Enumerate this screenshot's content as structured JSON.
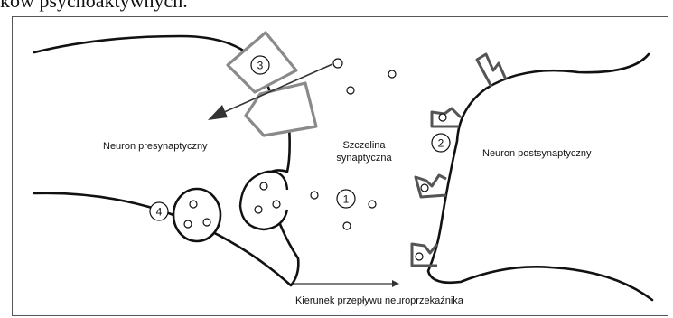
{
  "header_text": "ków psychoaktywnych.",
  "labels": {
    "presynaptic": "Neuron presynaptyczny",
    "cleft_line1": "Szczelina",
    "cleft_line2": "synaptyczna",
    "postsynaptic": "Neuron postsynaptyczny",
    "flow_direction": "Kierunek przepływu neuroprzekaźnika"
  },
  "markers": {
    "m1": "1",
    "m2": "2",
    "m3": "3",
    "m4": "4"
  },
  "colors": {
    "outline": "#111111",
    "transporter": "#8a8a8a",
    "receptor": "#555555"
  }
}
